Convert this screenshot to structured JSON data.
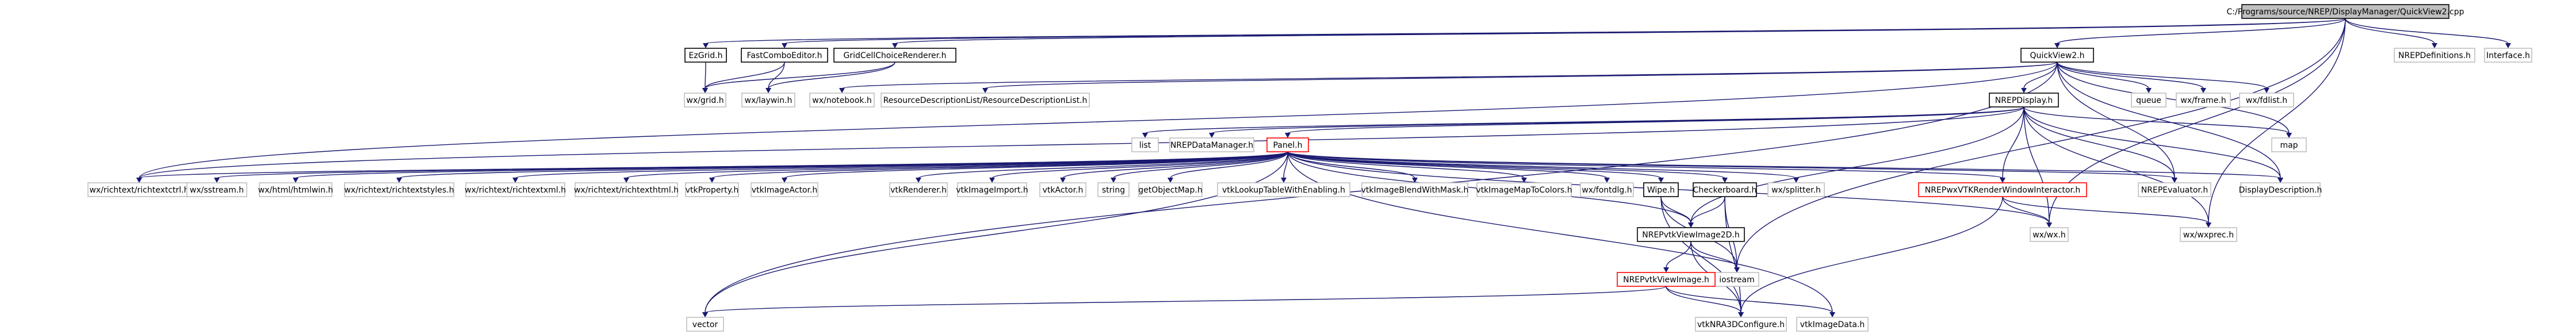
{
  "diagram": {
    "title": "C:/Programs/source/NREP/DisplayManager/QuickView2.cpp",
    "colors": {
      "edge": "#191970",
      "root_fill": "#bfbfbf",
      "node_border_normal": "#000000",
      "node_border_red": "#ff0000",
      "node_border_gray": "#bfbfbf"
    },
    "nodes": {
      "root": "C:/Programs/source/NREP/DisplayManager/QuickView2.cpp",
      "ezgrid": "EzGrid.h",
      "fastcombo": "FastComboEditor.h",
      "gridcell": "GridCellChoiceRenderer.h",
      "quickview2": "QuickView2.h",
      "nrepdefs": "NREPDefinitions.h",
      "interface": "Interface.h",
      "wxgrid": "wx/grid.h",
      "wxlaywin": "wx/laywin.h",
      "wxnotebook": "wx/notebook.h",
      "resdesc": "ResourceDescriptionList/ResourceDescriptionList.h",
      "queue": "queue",
      "wxframe": "wx/frame.h",
      "wxfdlist": "wx/fdlist.h",
      "map": "map",
      "nrepdisplay": "NREPDisplay.h",
      "list": "list",
      "nrepdatamgr": "NREPDataManager.h",
      "panel": "Panel.h",
      "richtextctrl": "wx/richtext/richtextctrl.h",
      "sstream": "wx/sstream.h",
      "htmlwin": "wx/html/htmlwin.h",
      "richtextstyles": "wx/richtext/richtextstyles.h",
      "richtextxml": "wx/richtext/richtextxml.h",
      "richtexthtml": "wx/richtext/richtexthtml.h",
      "vtkproperty": "vtkProperty.h",
      "vtkimageactor": "vtkImageActor.h",
      "vtkrenderer": "vtkRenderer.h",
      "vtkimageimport": "vtkImageImport.h",
      "vtkactor": "vtkActor.h",
      "string": "string",
      "getobjectmap": "getObjectMap.h",
      "vtklookup": "vtkLookupTableWithEnabling.h",
      "vtkblend": "vtkImageBlendWithMask.h",
      "vtkmapcolors": "vtkImageMapToColors.h",
      "fontdlg": "wx/fontdlg.h",
      "wipe": "Wipe.h",
      "checkerboard": "Checkerboard.h",
      "splitter": "wx/splitter.h",
      "interactor": "NREPwxVTKRenderWindowInteractor.h",
      "evaluator": "NREPEvaluator.h",
      "dispdesc": "DisplayDescription.h",
      "wxwx": "wx/wx.h",
      "wxprec": "wx/wxprec.h",
      "viewimage2d": "NREPvtkViewImage2D.h",
      "iostream": "iostream",
      "viewimage": "NREPvtkViewImage.h",
      "vector": "vector",
      "vtknra3d": "vtkNRA3DConfigure.h",
      "vtkimagedata": "vtkImageData.h"
    }
  }
}
